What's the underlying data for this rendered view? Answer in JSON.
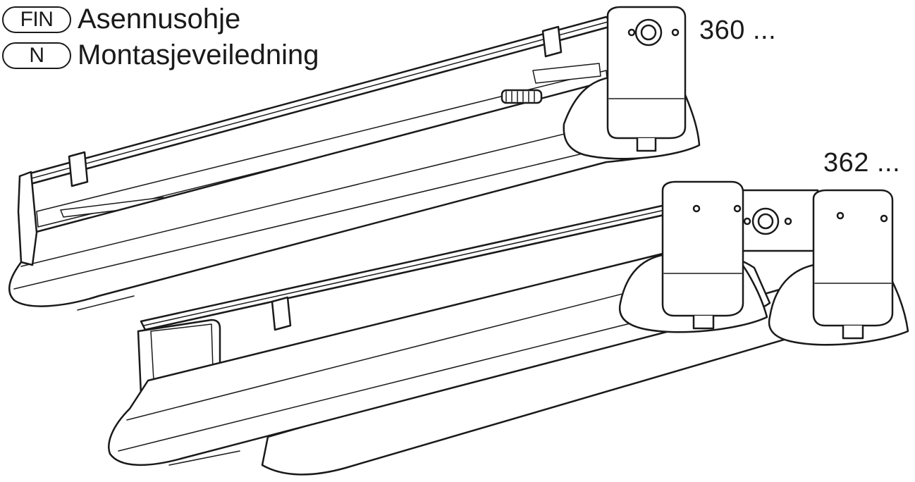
{
  "header": {
    "languages": [
      {
        "code": "FIN",
        "title": "Asennusohje"
      },
      {
        "code": "N",
        "title": "Montasjeveiledning"
      }
    ]
  },
  "products": [
    {
      "model": "360 ..."
    },
    {
      "model": "362 ..."
    }
  ],
  "illustration": {
    "line_color": "#1a1a1a",
    "fill_color": "#ffffff"
  }
}
